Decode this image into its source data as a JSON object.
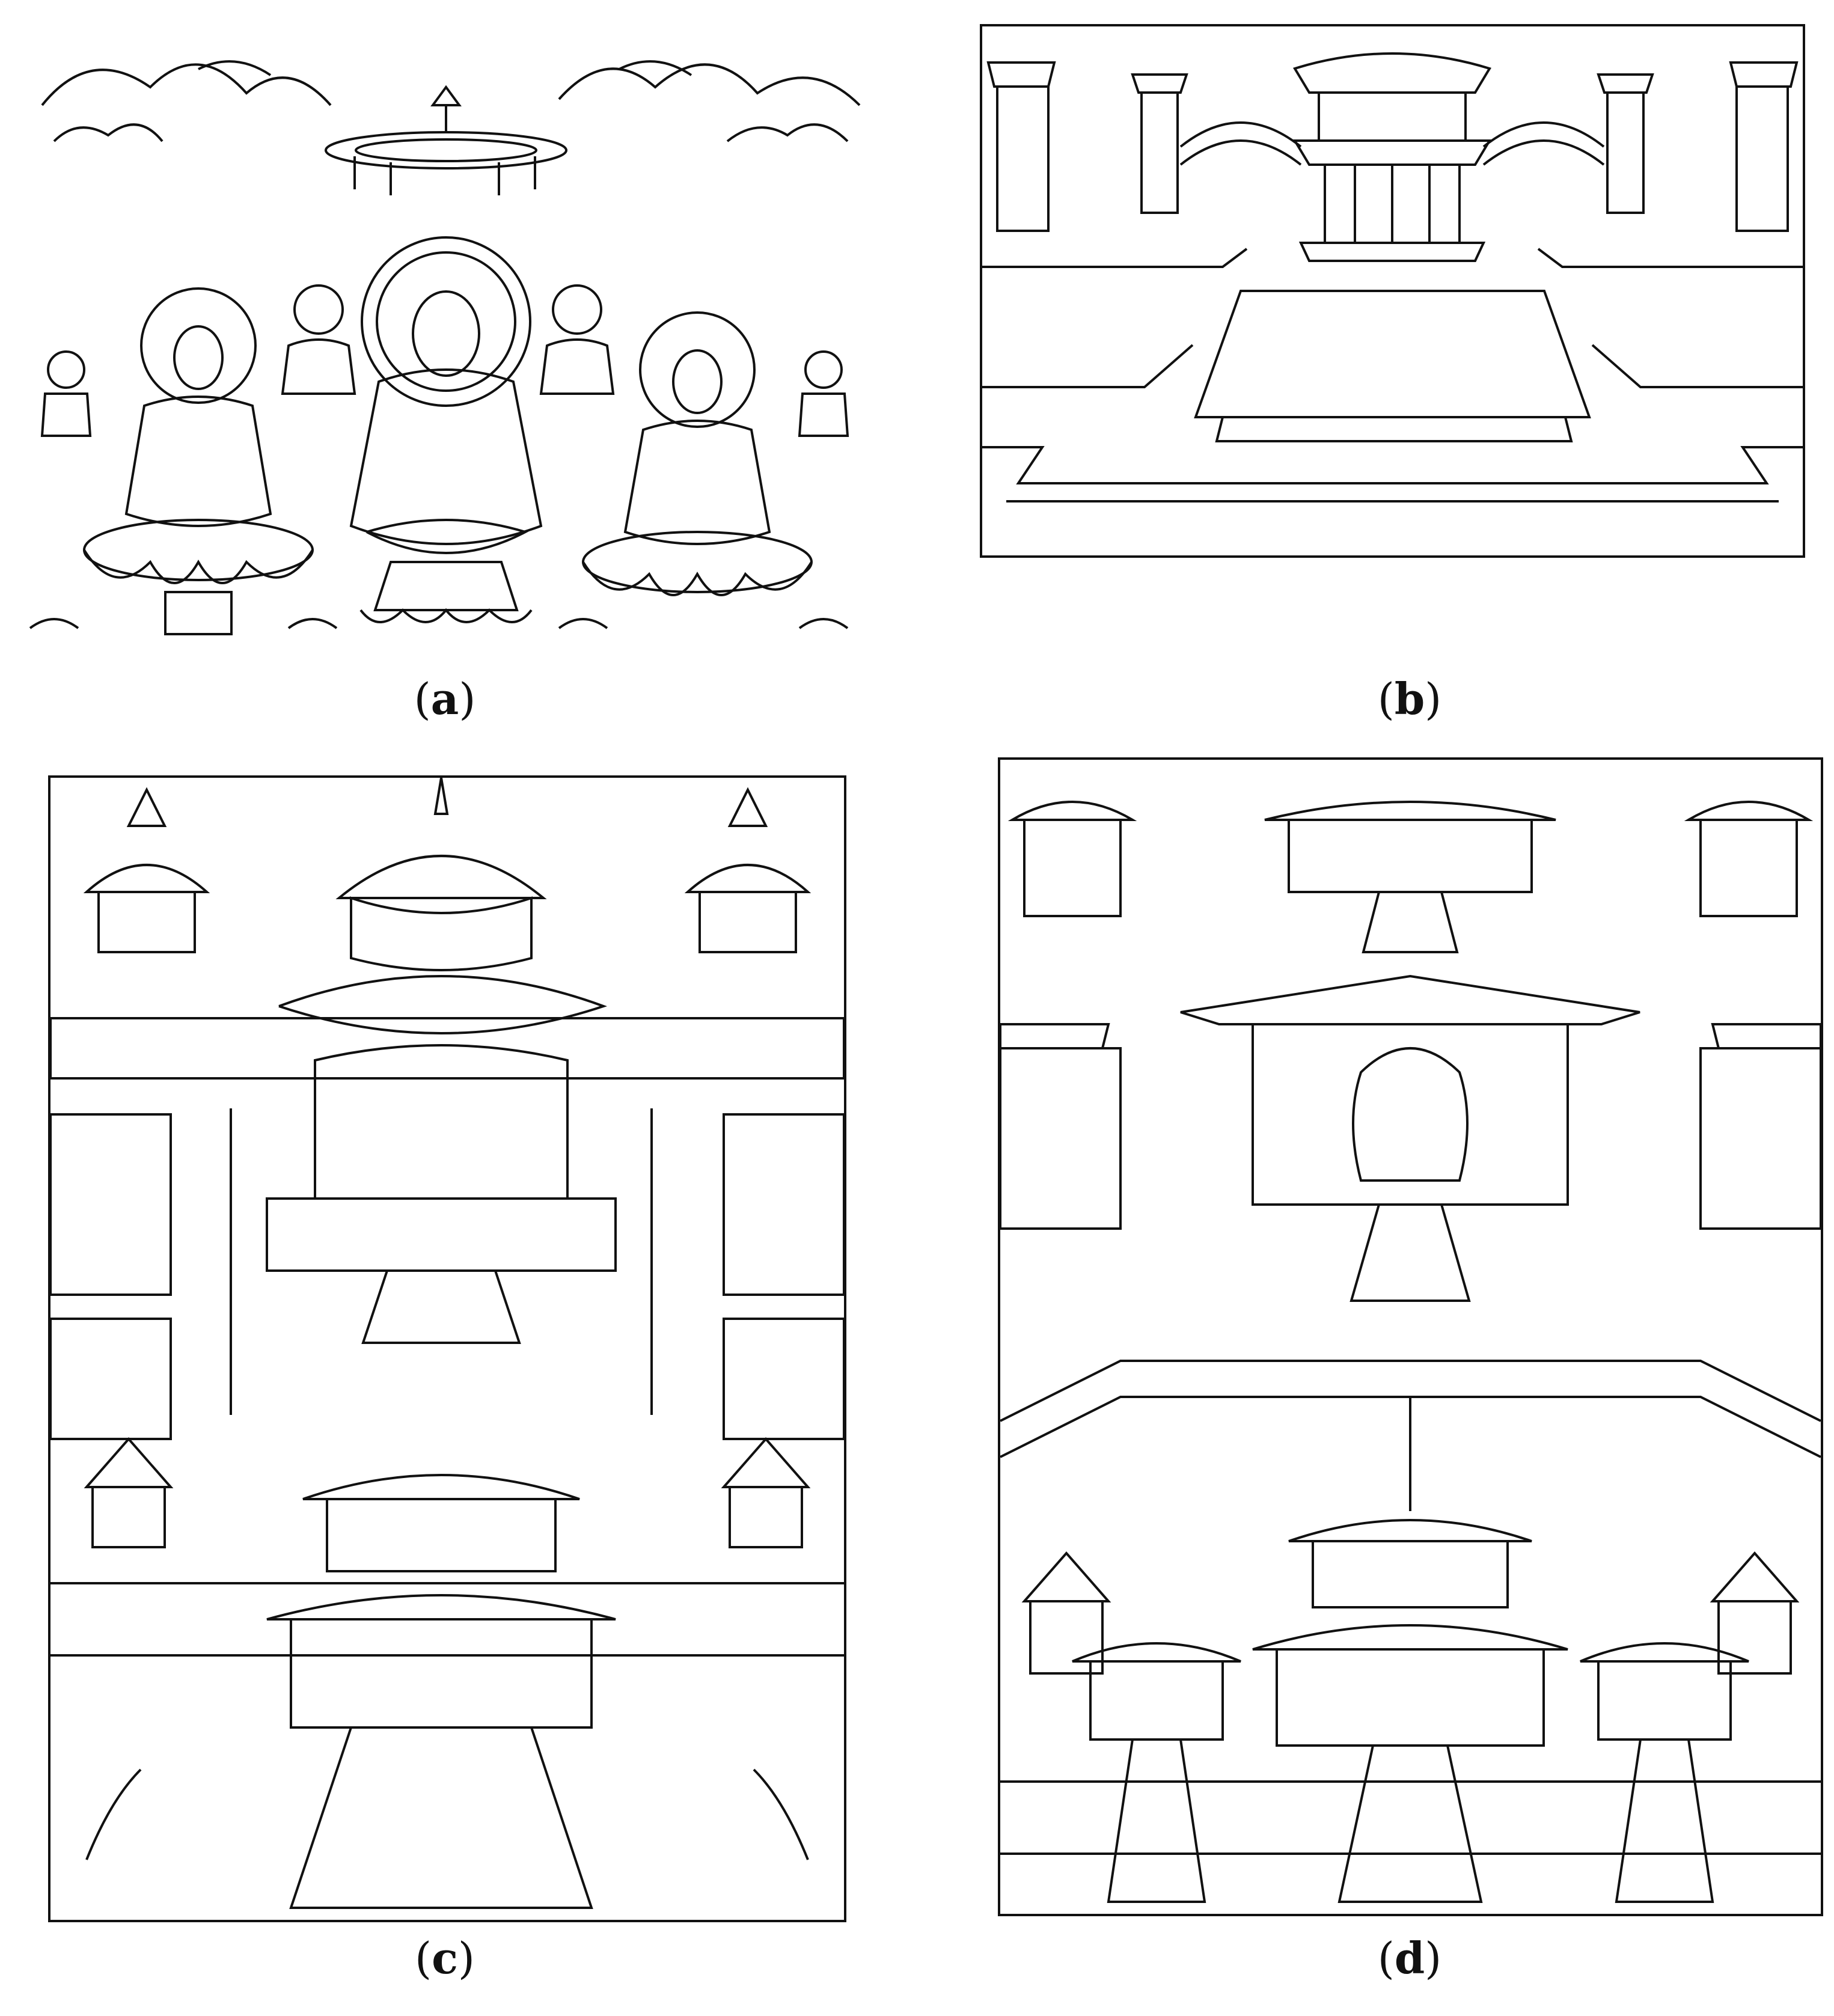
{
  "figure": {
    "panels": [
      {
        "id": "a",
        "label": "a",
        "subject": "seated-buddha-triad-drawing"
      },
      {
        "id": "b",
        "label": "b",
        "subject": "pavilions-and-courtyard-terrace-drawing"
      },
      {
        "id": "c",
        "label": "c",
        "subject": "palace-complex-with-central-domed-hall-drawing"
      },
      {
        "id": "d",
        "label": "d",
        "subject": "multi-level-palace-complex-drawing"
      }
    ],
    "label_open": "(",
    "label_close": ")"
  },
  "colors": {
    "ink": "#111111",
    "paper": "#ffffff"
  }
}
